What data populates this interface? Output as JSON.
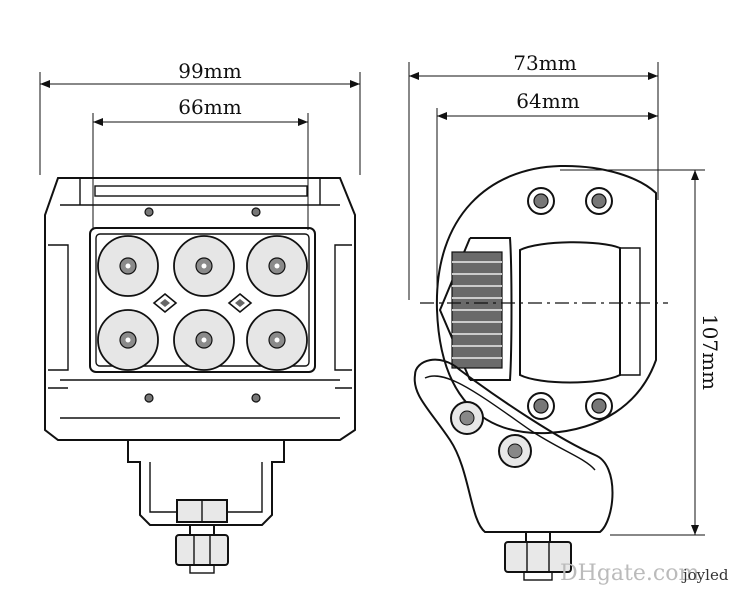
{
  "dimensions": {
    "front_overall_width": "99mm",
    "front_lens_width": "66mm",
    "side_overall_width": "73mm",
    "side_inner_width": "64mm",
    "side_height": "107mm"
  },
  "watermark": {
    "site": "DHgate.com",
    "seller": "joyled"
  },
  "front_view": {
    "led_count": 6,
    "led_rows": 2,
    "led_cols": 3
  },
  "colors": {
    "line": "#111111",
    "fill_light": "#e6e6e6",
    "fill_dark": "#777777"
  }
}
